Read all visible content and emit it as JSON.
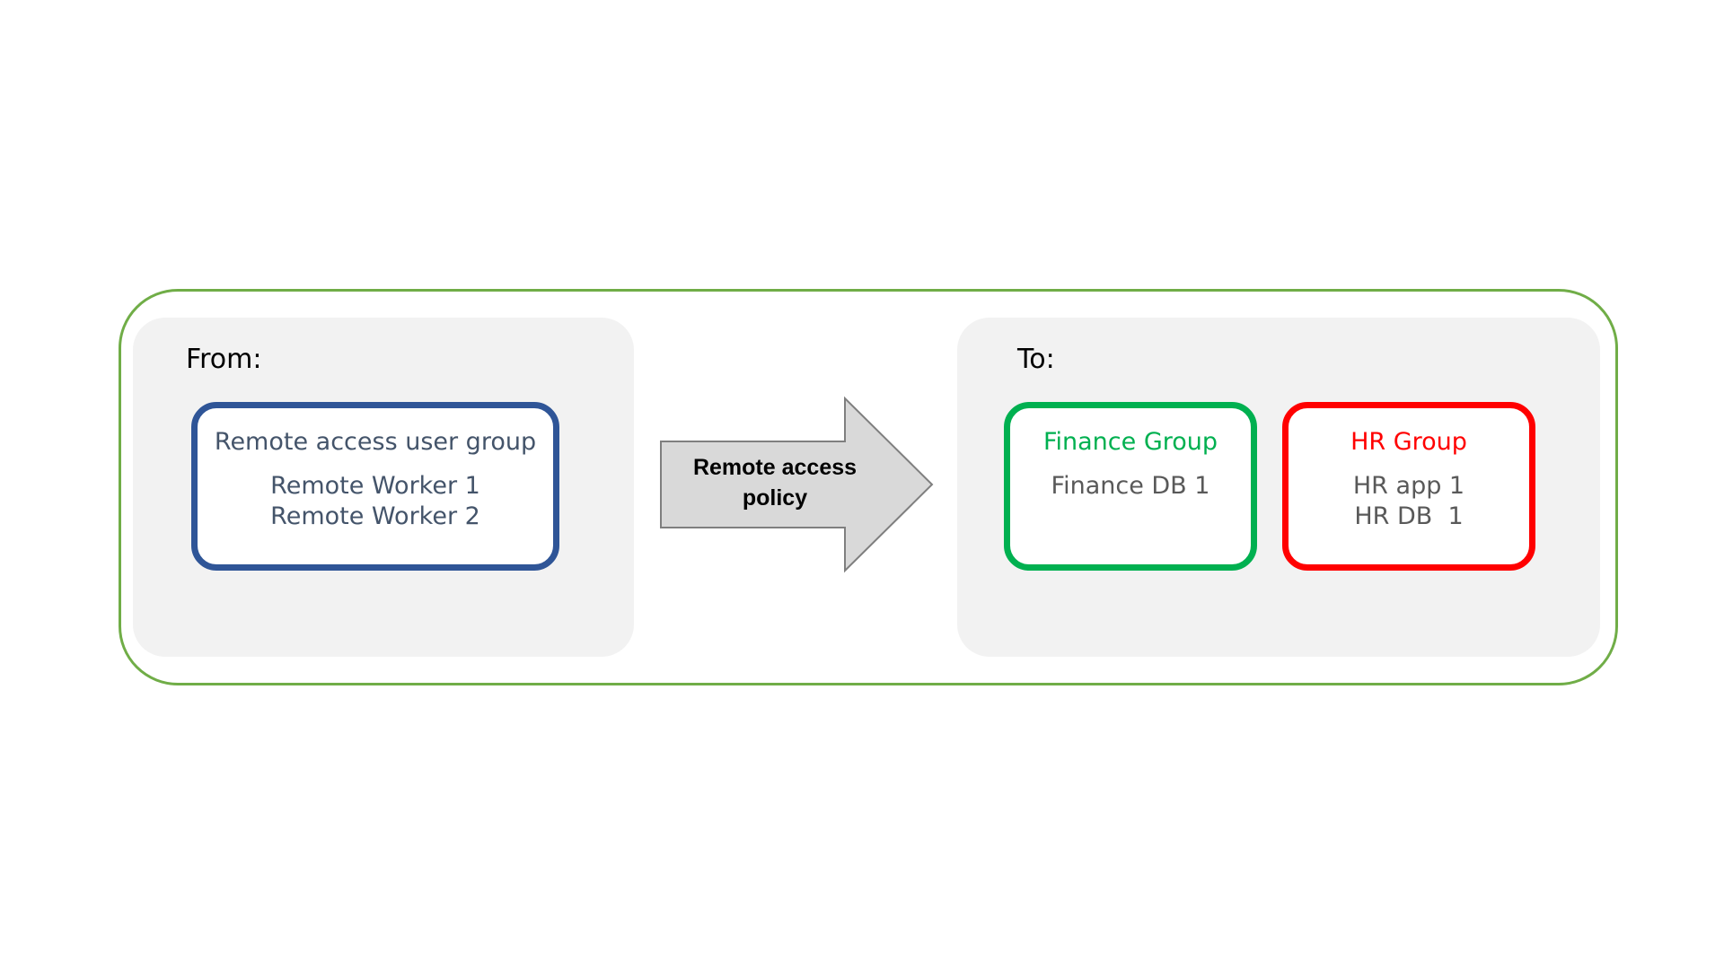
{
  "from": {
    "label": "From:",
    "group": {
      "title": "Remote access user group",
      "members": [
        "Remote Worker 1",
        "Remote Worker 2"
      ],
      "color": "#2f5597"
    }
  },
  "policy": {
    "line1": "Remote access",
    "line2": "policy"
  },
  "to": {
    "label": "To:",
    "groups": [
      {
        "title": "Finance Group",
        "members": [
          "Finance DB 1"
        ],
        "color": "#00b050"
      },
      {
        "title": "HR Group",
        "members": [
          "HR app 1",
          "HR DB  1"
        ],
        "color": "#ff0000"
      }
    ]
  },
  "colors": {
    "outer_frame": "#70ad47",
    "panel_fill": "#f2f2f2",
    "arrow_fill": "#d9d9d9",
    "arrow_stroke": "#7f7f7f"
  }
}
